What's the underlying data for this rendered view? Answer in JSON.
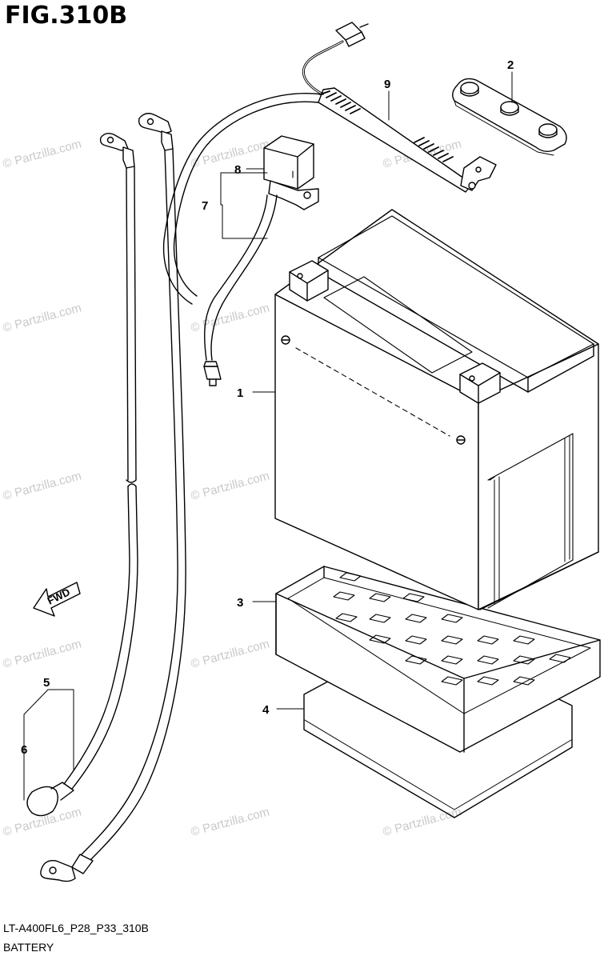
{
  "figure": {
    "title": "FIG.310B",
    "code": "LT-A400FL6_P28_P33_310B",
    "name": "BATTERY"
  },
  "watermark": "© Partzilla.com",
  "direction_label": "FWD",
  "callouts": [
    {
      "id": "1",
      "part": "battery"
    },
    {
      "id": "2",
      "part": "battery-clamp-plate"
    },
    {
      "id": "3",
      "part": "battery-tray"
    },
    {
      "id": "4",
      "part": "tray-pad"
    },
    {
      "id": "5",
      "part": "negative-lead-wire"
    },
    {
      "id": "6",
      "part": "terminal-cap"
    },
    {
      "id": "7",
      "part": "starter-relay-harness"
    },
    {
      "id": "8",
      "part": "starter-relay"
    },
    {
      "id": "9",
      "part": "fuse-holder-lead"
    }
  ],
  "colors": {
    "line": "#000000",
    "watermark": "#c9c9c9",
    "background": "#ffffff"
  }
}
